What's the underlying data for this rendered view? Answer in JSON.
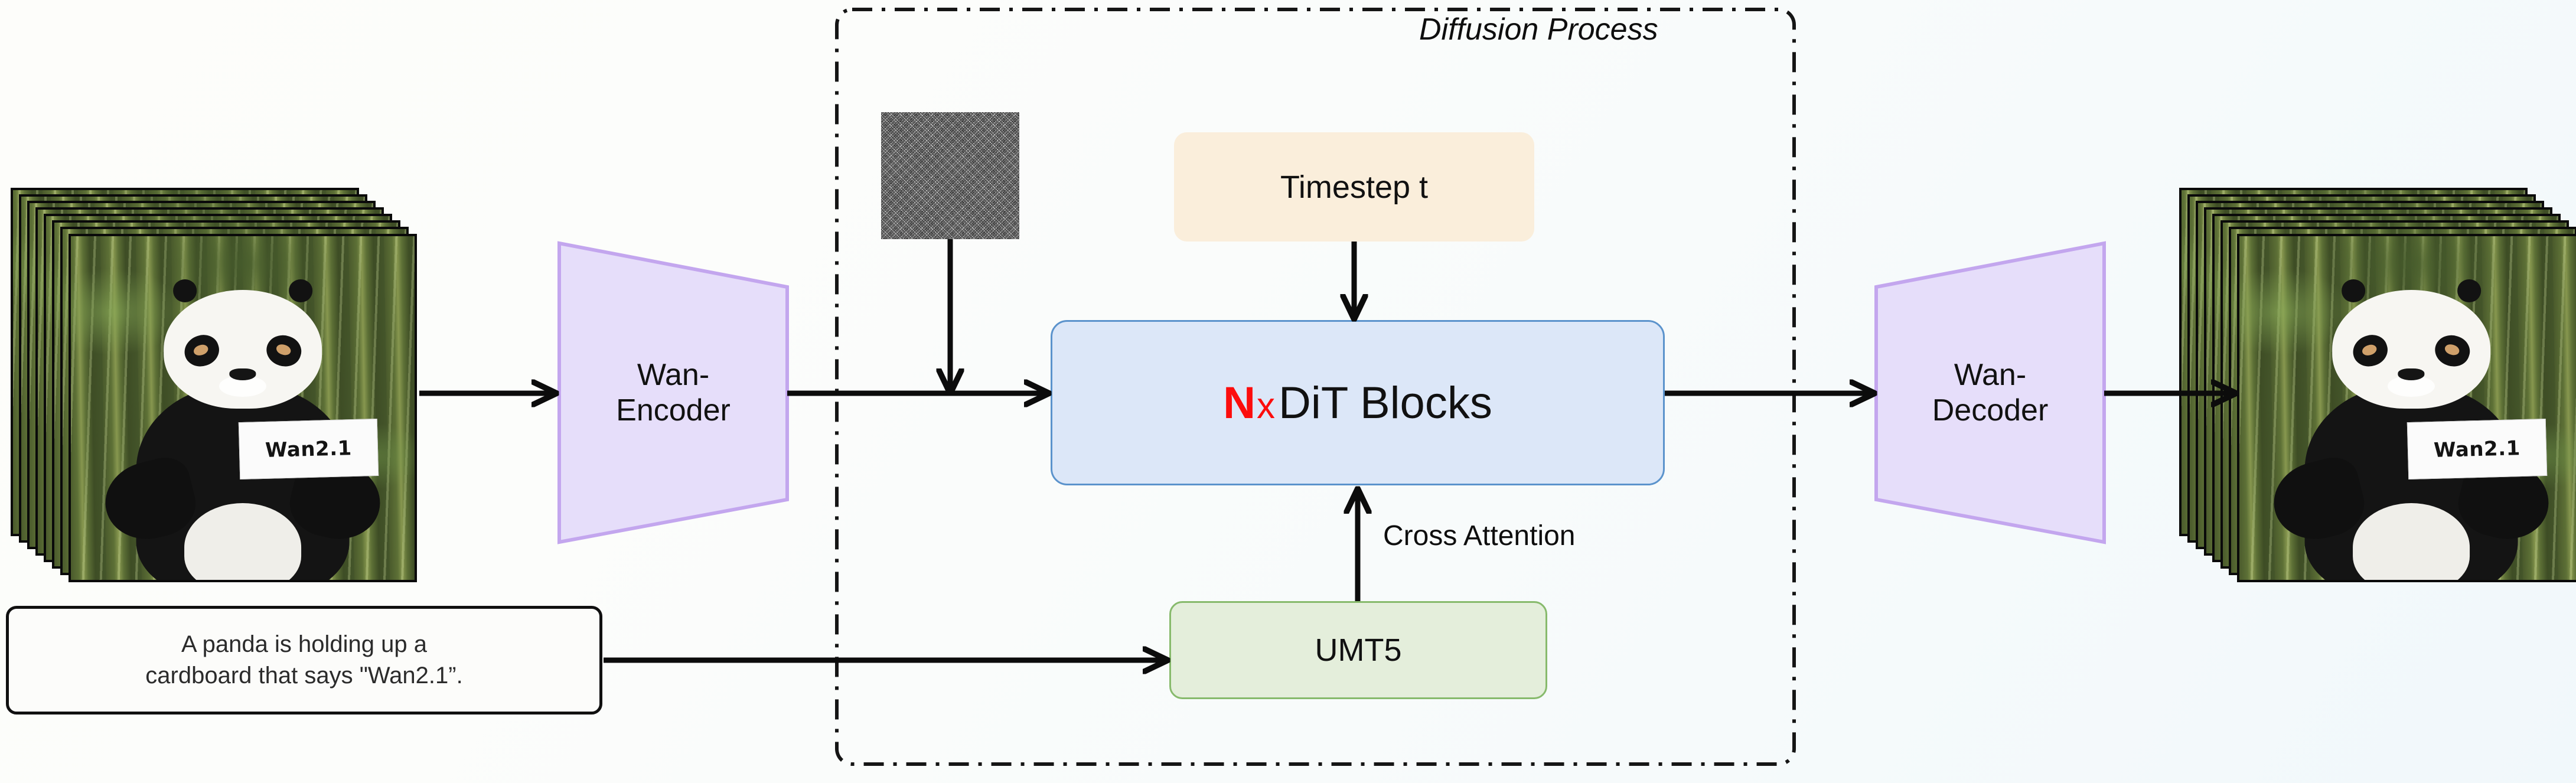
{
  "diagram": {
    "title_label": "Diffusion Process",
    "background_gradient": [
      "#fdfdfa",
      "#f1f8fb"
    ]
  },
  "input": {
    "name": "input-video-frames",
    "sign_text": "Wan2.1",
    "frame_count": 8
  },
  "encoder": {
    "label_line1": "Wan-",
    "label_line2": "Encoder",
    "fill": "#e6defa",
    "stroke": "#c3a6ee"
  },
  "noise": {
    "name": "gaussian-noise-patch"
  },
  "timestep": {
    "label": "Timestep t",
    "fill": "#faeedb"
  },
  "dit": {
    "multiplier": "N",
    "times": "x",
    "label": "DiT Blocks",
    "fill": "#dce7f8",
    "stroke": "#5b93cc",
    "accent": "#fc0d0d"
  },
  "umt5": {
    "label": "UMT5",
    "fill": "#e4eedb",
    "stroke": "#87ba6c"
  },
  "cross_attention": {
    "label": "Cross Attention"
  },
  "prompt": {
    "line1": "A panda is holding up a",
    "line2": "cardboard that says \"Wan2.1”."
  },
  "decoder": {
    "label_line1": "Wan-",
    "label_line2": "Decoder",
    "fill": "#e6defa",
    "stroke": "#c3a6ee"
  },
  "output": {
    "name": "output-video-frames",
    "sign_text": "Wan2.1",
    "frame_count": 8
  }
}
